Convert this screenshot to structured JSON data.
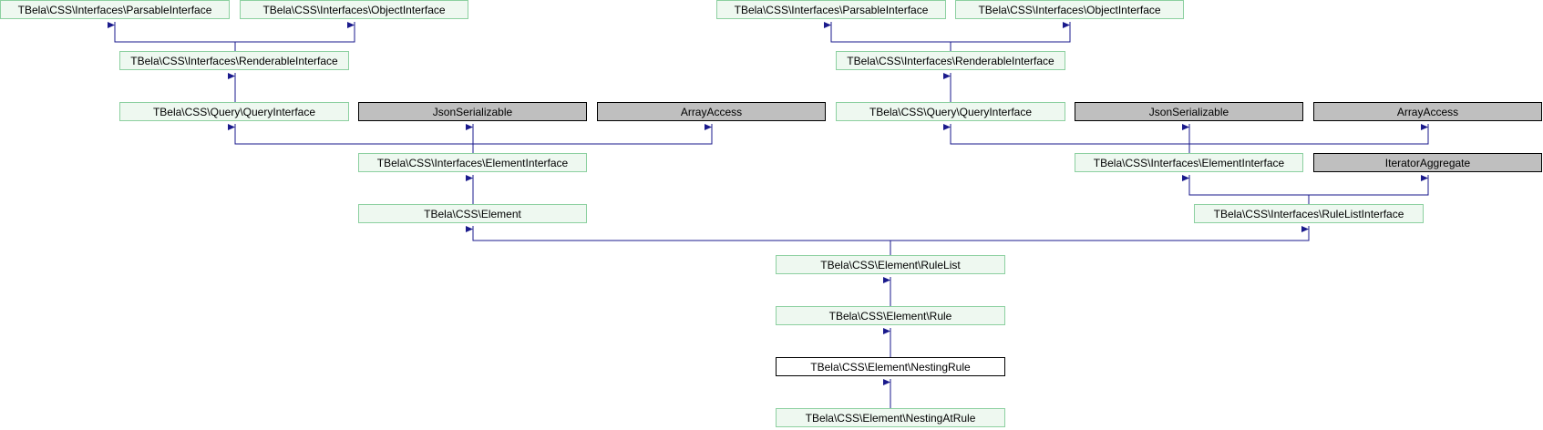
{
  "colors": {
    "edge": "#1a1a8c",
    "documented_fill": "#eef8f0",
    "documented_border": "#8cd0a0",
    "external_fill": "#bfbfbf",
    "current_border": "#000000"
  },
  "nodes": {
    "parsable_left": "TBela\\CSS\\Interfaces\\ParsableInterface",
    "object_left": "TBela\\CSS\\Interfaces\\ObjectInterface",
    "renderable_left": "TBela\\CSS\\Interfaces\\RenderableInterface",
    "query_left": "TBela\\CSS\\Query\\QueryInterface",
    "json_left": "JsonSerializable",
    "arrayaccess_left": "ArrayAccess",
    "element_iface_left": "TBela\\CSS\\Interfaces\\ElementInterface",
    "element": "TBela\\CSS\\Element",
    "parsable_right": "TBela\\CSS\\Interfaces\\ParsableInterface",
    "object_right": "TBela\\CSS\\Interfaces\\ObjectInterface",
    "renderable_right": "TBela\\CSS\\Interfaces\\RenderableInterface",
    "query_right": "TBela\\CSS\\Query\\QueryInterface",
    "json_right": "JsonSerializable",
    "arrayaccess_right": "ArrayAccess",
    "element_iface_right": "TBela\\CSS\\Interfaces\\ElementInterface",
    "iterator_aggregate": "IteratorAggregate",
    "rulelist_iface": "TBela\\CSS\\Interfaces\\RuleListInterface",
    "rulelist": "TBela\\CSS\\Element\\RuleList",
    "rule": "TBela\\CSS\\Element\\Rule",
    "nesting_rule": "TBela\\CSS\\Element\\NestingRule",
    "nesting_at_rule": "TBela\\CSS\\Element\\NestingAtRule"
  }
}
